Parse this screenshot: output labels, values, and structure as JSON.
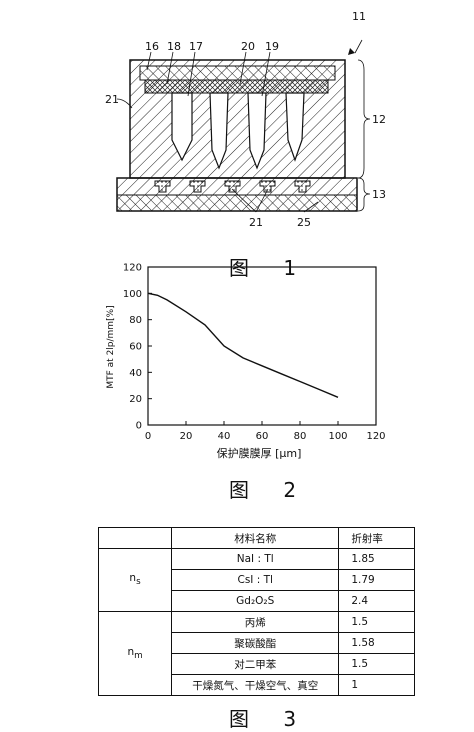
{
  "figure1": {
    "labels": {
      "n11": "11",
      "n16": "16",
      "n18": "18",
      "n17": "17",
      "n20": "20",
      "n19": "19",
      "n21_left": "21",
      "n12": "12",
      "n13": "13",
      "n21_bottom": "21",
      "n25": "25"
    },
    "caption": "图 1"
  },
  "figure2": {
    "caption": "图 2"
  },
  "chart_data": {
    "type": "line",
    "title": "",
    "xlabel": "保护膜膜厚 [μm]",
    "ylabel": "MTF at 2lp/mm[%]",
    "xlim": [
      0,
      120
    ],
    "ylim": [
      0,
      120
    ],
    "xticks": [
      "0",
      "20",
      "40",
      "60",
      "80",
      "100",
      "120"
    ],
    "yticks": [
      "0",
      "20",
      "40",
      "60",
      "80",
      "100",
      "120"
    ],
    "grid": false,
    "series": [
      {
        "x": [
          0,
          5,
          10,
          20,
          30,
          40,
          50,
          60,
          70,
          80,
          90,
          100
        ],
        "y": [
          100,
          98.5,
          95,
          86,
          76,
          60,
          51,
          45,
          39,
          33,
          27,
          21
        ]
      }
    ]
  },
  "figure3": {
    "caption": "图 3",
    "headers": [
      "材料名称",
      "折射率"
    ],
    "groups": [
      {
        "symbol_base": "n",
        "symbol_sub": "s",
        "rows": [
          {
            "material": "NaI : Tl",
            "index": "1.85"
          },
          {
            "material": "CsI : Tl",
            "index": "1.79"
          },
          {
            "material": "Gd₂O₂S",
            "index": "2.4"
          }
        ]
      },
      {
        "symbol_base": "n",
        "symbol_sub": "m",
        "rows": [
          {
            "material": "丙烯",
            "index": "1.5"
          },
          {
            "material": "聚碳酸酯",
            "index": "1.58"
          },
          {
            "material": "对二甲苯",
            "index": "1.5"
          },
          {
            "material": "干燥氮气、干燥空气、真空",
            "index": "1"
          }
        ]
      }
    ]
  }
}
